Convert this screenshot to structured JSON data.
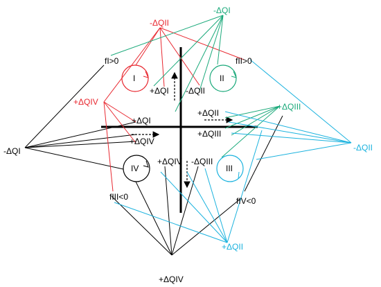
{
  "colors": {
    "black": "#000000",
    "red": "#e8272f",
    "green": "#1aa97a",
    "blue": "#1ab2de"
  },
  "quadrants": [
    "I",
    "II",
    "III",
    "IV"
  ],
  "labels": {
    "top_red": "-ΔQII",
    "top_green": "-ΔQI",
    "fI": "fI>0",
    "fII": "fII>0",
    "fIII": "fIII<0",
    "fIV": "fIV<0",
    "red_plus_IV": "+ΔQIV",
    "left_minus_I": "-ΔQI",
    "plus_QI_q1": "+ΔQI",
    "minus_QII_q1": "-ΔQII",
    "plus_QI_left": "+ΔQI",
    "plus_QIV_left": "+ΔQIV",
    "plus_QII_right": "+ΔQII",
    "plus_QIII_right": "+ΔQIII",
    "plus_QIII_green": "+ΔQIII",
    "right_blue_minus_II": "-ΔQII",
    "plus_QIV_q4": "+ΔQIV",
    "minus_QIII_q4": "-ΔQIII",
    "bottom_blue_plus_II": "+ΔQII",
    "bottom_plus_QIV": "+ΔQIV"
  }
}
